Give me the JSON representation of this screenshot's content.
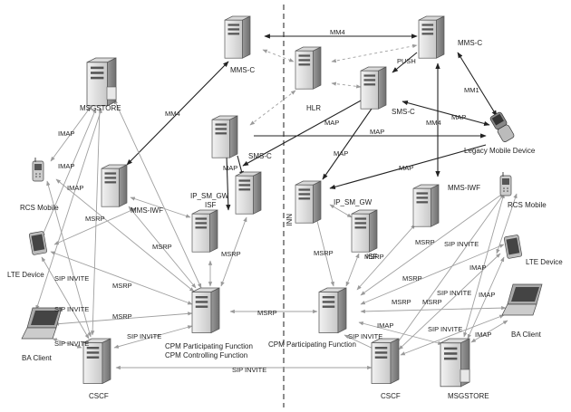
{
  "nodes": {
    "mms_c_left": "MMS-C",
    "mms_c_right": "MMS-C",
    "hlr": "HLR",
    "sms_c_left": "SMS-C",
    "sms_c_right": "SMS-C",
    "msgstore_left": "MSGSTORE",
    "msgstore_right": "MSGSTORE",
    "mms_iwf_left": "MMS-IWF",
    "mms_iwf_right": "MMS-IWF",
    "ip_sm_gw_left": "IP_SM_GW",
    "isf_left": "ISF",
    "ip_sm_gw_right": "IP_SM_GW",
    "isf_right": "ISF",
    "rcs_mobile_left": "RCS Mobile",
    "rcs_mobile_right": "RCS Mobile",
    "lte_device_left": "LTE Device",
    "lte_device_right": "LTE Device",
    "ba_client_left": "BA Client",
    "ba_client_right": "BA Client",
    "legacy_mobile": "Legacy Mobile Device",
    "cpm_left_line1": "CPM Participating Function",
    "cpm_left_line2": "CPM Controlling Function",
    "cpm_right": "CPM Participating Function",
    "cscf_left": "CSCF",
    "cscf_right": "CSCF",
    "nni": "NNI"
  },
  "edge_labels": {
    "mm4_top": "MM4",
    "mm4_left": "MM4",
    "mm4_right": "MM4",
    "mm1": "MM1",
    "push": "PUSH",
    "map_1": "MAP",
    "map_2": "MAP",
    "map_3": "MAP",
    "map_4": "MAP",
    "map_5": "MAP",
    "map_6": "MAP",
    "imap_l1": "IMAP",
    "imap_l2": "IMAP",
    "imap_l3": "IMAP",
    "imap_r1": "IMAP",
    "imap_r2": "IMAP",
    "imap_r3": "IMAP",
    "msrp_l1": "MSRP",
    "msrp_l2": "MSRP",
    "msrp_l3": "MSRP",
    "msrp_l4": "MSRP",
    "msrp_l5": "MSRP",
    "msrp_center": "MSRP",
    "msrp_r1": "MSRP",
    "msrp_r2": "MSRP",
    "msrp_r3": "MSRP",
    "msrp_r4": "MSRP",
    "msrp_r5": "MSRP",
    "msrp_r6": "MSRP",
    "sip_l1": "SIP INVITE",
    "sip_l2": "SIP INVITE",
    "sip_l3": "SIP INVITE",
    "sip_l4": "SIP INVITE",
    "sip_bottom": "SIP INVITE",
    "sip_r1": "SIP INVITE",
    "sip_r2": "SIP INVITE",
    "sip_r3": "SIP INVITE",
    "sip_r4": "SIP INVITE"
  }
}
